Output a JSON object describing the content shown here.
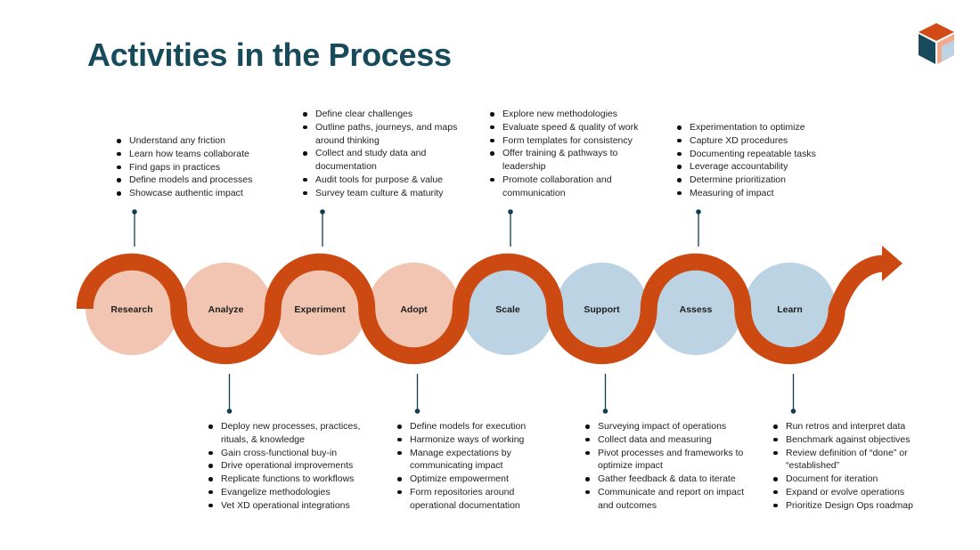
{
  "title": "Activities in the Process",
  "colors": {
    "title": "#174a5a",
    "track": "#cc4a12",
    "peach": "#f2c5b2",
    "blue": "#bcd3e3",
    "connector": "#123e4f"
  },
  "logo": {
    "icon": "isometric-cube-logo"
  },
  "stages": [
    {
      "label": "Research",
      "tone": "peach"
    },
    {
      "label": "Analyze",
      "tone": "peach"
    },
    {
      "label": "Experiment",
      "tone": "peach"
    },
    {
      "label": "Adopt",
      "tone": "peach"
    },
    {
      "label": "Scale",
      "tone": "blue"
    },
    {
      "label": "Support",
      "tone": "blue"
    },
    {
      "label": "Assess",
      "tone": "blue"
    },
    {
      "label": "Learn",
      "tone": "blue"
    }
  ],
  "activities": {
    "research": [
      "Understand any friction",
      "Learn how teams collaborate",
      "Find gaps in practices",
      "Define models and processes",
      "Showcase authentic impact"
    ],
    "experiment": [
      "Define clear challenges",
      "Outline paths, journeys, and maps around thinking",
      "Collect and study data and documentation",
      "Audit tools for purpose & value",
      "Survey team culture & maturity"
    ],
    "scale": [
      "Explore new methodologies",
      "Evaluate speed & quality of work",
      "Form templates for consistency",
      "Offer training & pathways to leadership",
      "Promote collaboration and communication"
    ],
    "assess": [
      "Experimentation to optimize",
      "Capture XD procedures",
      "Documenting repeatable tasks",
      "Leverage accountability",
      "Determine prioritization",
      "Measuring of impact"
    ],
    "analyze": [
      "Deploy new processes, practices, rituals, & knowledge",
      "Gain cross-functional buy-in",
      "Drive operational improvements",
      "Replicate functions to workflows",
      "Evangelize methodologies",
      "Vet XD operational integrations"
    ],
    "adopt": [
      "Define models for execution",
      "Harmonize ways of working",
      "Manage expectations by communicating impact",
      "Optimize empowerment",
      "Form repositories around operational documentation"
    ],
    "support": [
      "Surveying impact of operations",
      "Collect data and measuring",
      "Pivot processes and frameworks to optimize impact",
      "Gather feedback & data to iterate",
      "Communicate and report on impact and outcomes"
    ],
    "learn": [
      "Run retros and interpret data",
      "Benchmark against objectives",
      "Review definition of “done” or “established”",
      "Document for iteration",
      "Expand or evolve operations",
      "Prioritize Design Ops roadmap"
    ]
  }
}
